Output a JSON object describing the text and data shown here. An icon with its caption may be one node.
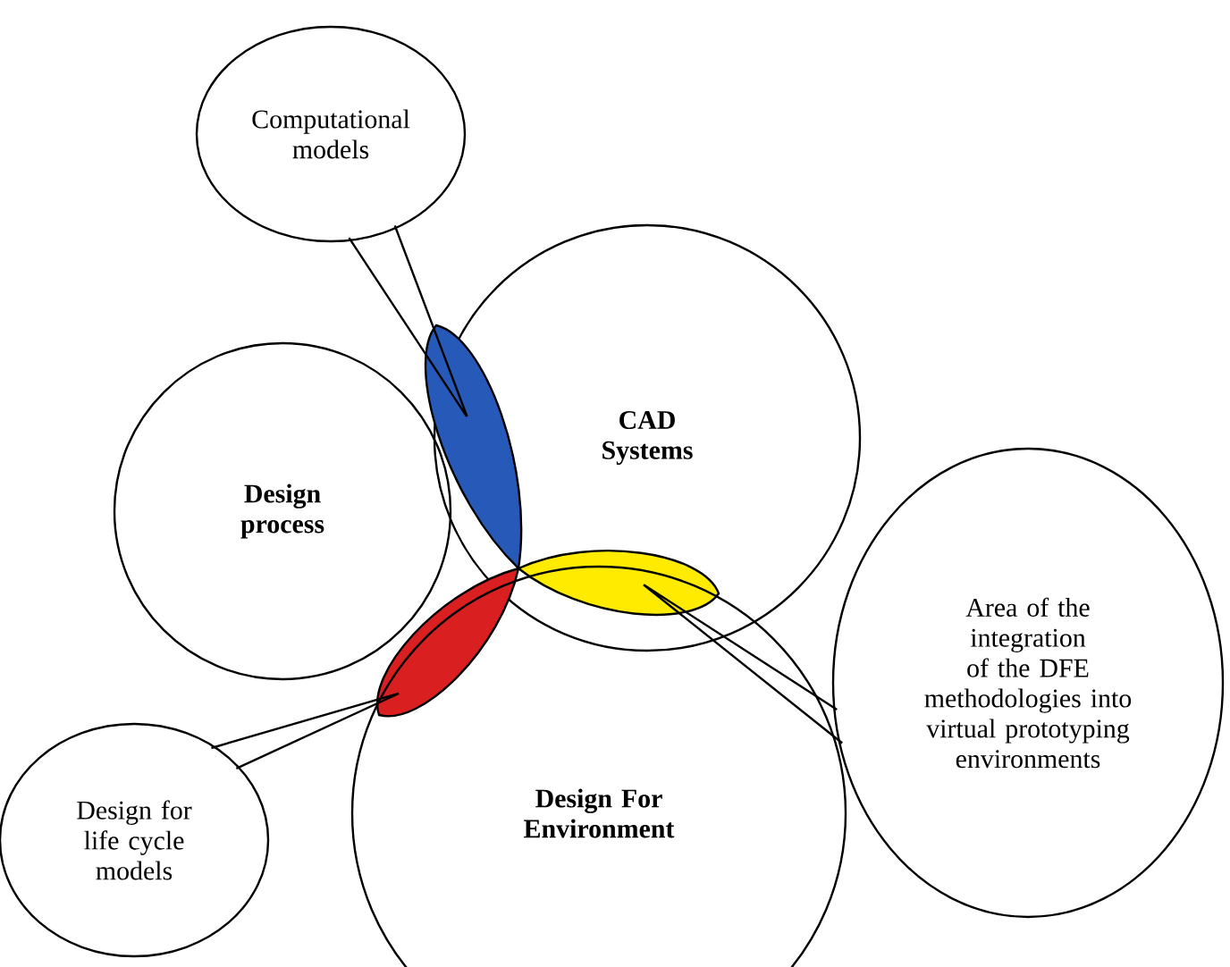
{
  "diagram": {
    "nodes": [
      {
        "text": [
          "Computational models"
        ]
      },
      {
        "text": [
          "CAD Systems"
        ]
      },
      {
        "text": [
          "Design process"
        ]
      },
      {
        "text": [],
        "shape": "petal"
      },
      {
        "text": [],
        "shape": "petal",
        "in": 1
      },
      {
        "text": [
          "Area of the integration of the DFE methodologies into virtual prototyping environments"
        ]
      },
      {
        "text": [],
        "shape": "petal",
        "in": 7
      },
      {
        "text": [
          "Design For Environment"
        ]
      },
      {
        "text": [
          "Design for life cycle models"
        ]
      }
    ],
    "edges": [
      {
        "from": 0,
        "to": 3,
        "arrow": "none"
      },
      {
        "from": 5,
        "to": 4,
        "arrow": "none"
      },
      {
        "from": 8,
        "to": 6,
        "arrow": "none"
      }
    ]
  }
}
